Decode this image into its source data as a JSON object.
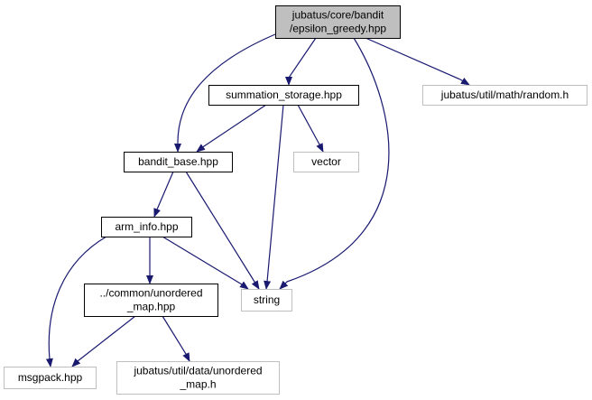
{
  "colors": {
    "edge": "#191970",
    "focus_fill": "#bfbfbf",
    "box_border": "#000000",
    "missing_border": "#bfbfbf",
    "background": "#ffffff"
  },
  "nodes": [
    {
      "id": "epsilon_greedy",
      "lines": [
        "jubatus/core/bandit",
        "/epsilon_greedy.hpp"
      ],
      "kind": "focus"
    },
    {
      "id": "summation_storage",
      "lines": [
        "summation_storage.hpp"
      ],
      "kind": "header"
    },
    {
      "id": "random_h",
      "lines": [
        "jubatus/util/math/random.h"
      ],
      "kind": "missing"
    },
    {
      "id": "bandit_base",
      "lines": [
        "bandit_base.hpp"
      ],
      "kind": "header"
    },
    {
      "id": "vector",
      "lines": [
        "vector"
      ],
      "kind": "missing"
    },
    {
      "id": "arm_info",
      "lines": [
        "arm_info.hpp"
      ],
      "kind": "header"
    },
    {
      "id": "string",
      "lines": [
        "string"
      ],
      "kind": "missing"
    },
    {
      "id": "unordered_map_hpp",
      "lines": [
        "../common/unordered",
        "_map.hpp"
      ],
      "kind": "header"
    },
    {
      "id": "msgpack",
      "lines": [
        "msgpack.hpp"
      ],
      "kind": "missing"
    },
    {
      "id": "unordered_map_h",
      "lines": [
        "jubatus/util/data/unordered",
        "_map.h"
      ],
      "kind": "missing"
    }
  ],
  "edges": [
    {
      "from": "epsilon_greedy",
      "to": "summation_storage"
    },
    {
      "from": "epsilon_greedy",
      "to": "random_h"
    },
    {
      "from": "epsilon_greedy",
      "to": "bandit_base"
    },
    {
      "from": "epsilon_greedy",
      "to": "string"
    },
    {
      "from": "summation_storage",
      "to": "bandit_base"
    },
    {
      "from": "summation_storage",
      "to": "vector"
    },
    {
      "from": "summation_storage",
      "to": "string"
    },
    {
      "from": "bandit_base",
      "to": "arm_info"
    },
    {
      "from": "bandit_base",
      "to": "string"
    },
    {
      "from": "arm_info",
      "to": "string"
    },
    {
      "from": "arm_info",
      "to": "unordered_map_hpp"
    },
    {
      "from": "arm_info",
      "to": "msgpack"
    },
    {
      "from": "unordered_map_hpp",
      "to": "msgpack"
    },
    {
      "from": "unordered_map_hpp",
      "to": "unordered_map_h"
    }
  ]
}
